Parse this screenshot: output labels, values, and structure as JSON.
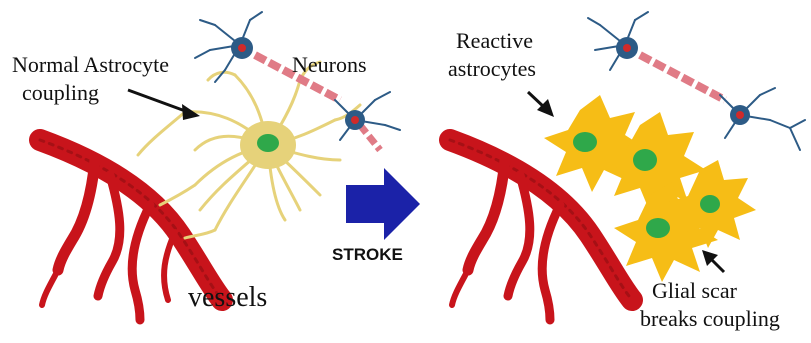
{
  "labels": {
    "normal_coupling_line1": "Normal Astrocyte",
    "normal_coupling_line2": "coupling",
    "neurons": "Neurons",
    "vessels": "vessels",
    "stroke": "STROKE",
    "reactive_line1": "Reactive",
    "reactive_line2": "astrocytes",
    "glial_line1": "Glial scar",
    "glial_line2": "breaks coupling"
  },
  "colors": {
    "vessel": "#c8141b",
    "vessel_dark": "#8e0d12",
    "normal_astrocyte": "#e6d27a",
    "reactive_astrocyte": "#f6bd16",
    "nucleus": "#2fa84a",
    "neuron_body": "#2d5b86",
    "axon_segment": "#e07b86",
    "arrow": "#1b22a8"
  },
  "icons": {
    "transition_arrow": "right-arrow-icon"
  }
}
